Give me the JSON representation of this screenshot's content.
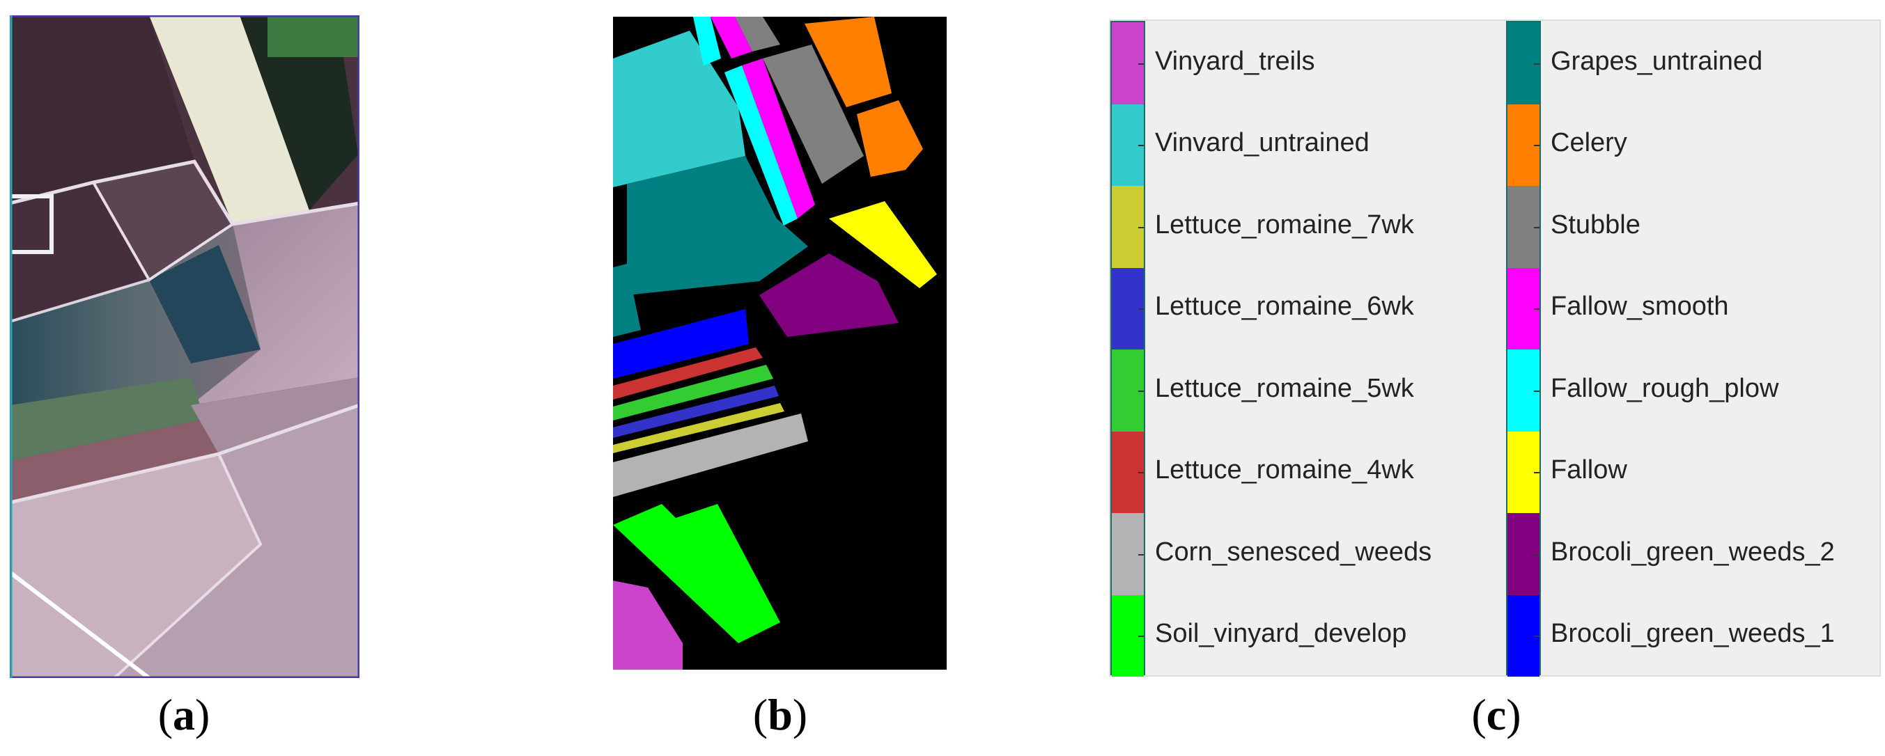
{
  "panels": {
    "a_label": "a",
    "b_label": "b",
    "c_label": "c"
  },
  "legend": {
    "left_column": [
      {
        "label": "Vinyard_treils",
        "color": "#cc44cc"
      },
      {
        "label": "Vinvard_untrained",
        "color": "#33cccc"
      },
      {
        "label": "Lettuce_romaine_7wk",
        "color": "#cccc33"
      },
      {
        "label": "Lettuce_romaine_6wk",
        "color": "#3333cc"
      },
      {
        "label": "Lettuce_romaine_5wk",
        "color": "#33cc33"
      },
      {
        "label": "Lettuce_romaine_4wk",
        "color": "#cc3333"
      },
      {
        "label": "Corn_senesced_weeds",
        "color": "#b3b3b3"
      },
      {
        "label": "Soil_vinyard_develop",
        "color": "#00ff00"
      }
    ],
    "right_column": [
      {
        "label": "Grapes_untrained",
        "color": "#008080"
      },
      {
        "label": "Celery",
        "color": "#ff8000"
      },
      {
        "label": "Stubble",
        "color": "#808080"
      },
      {
        "label": "Fallow_smooth",
        "color": "#ff00ff"
      },
      {
        "label": "Fallow_rough_plow",
        "color": "#00ffff"
      },
      {
        "label": "Fallow",
        "color": "#ffff00"
      },
      {
        "label": "Brocoli_green_weeds_2",
        "color": "#800080"
      },
      {
        "label": "Brocoli_green_weeds_1",
        "color": "#0000ff"
      }
    ]
  }
}
